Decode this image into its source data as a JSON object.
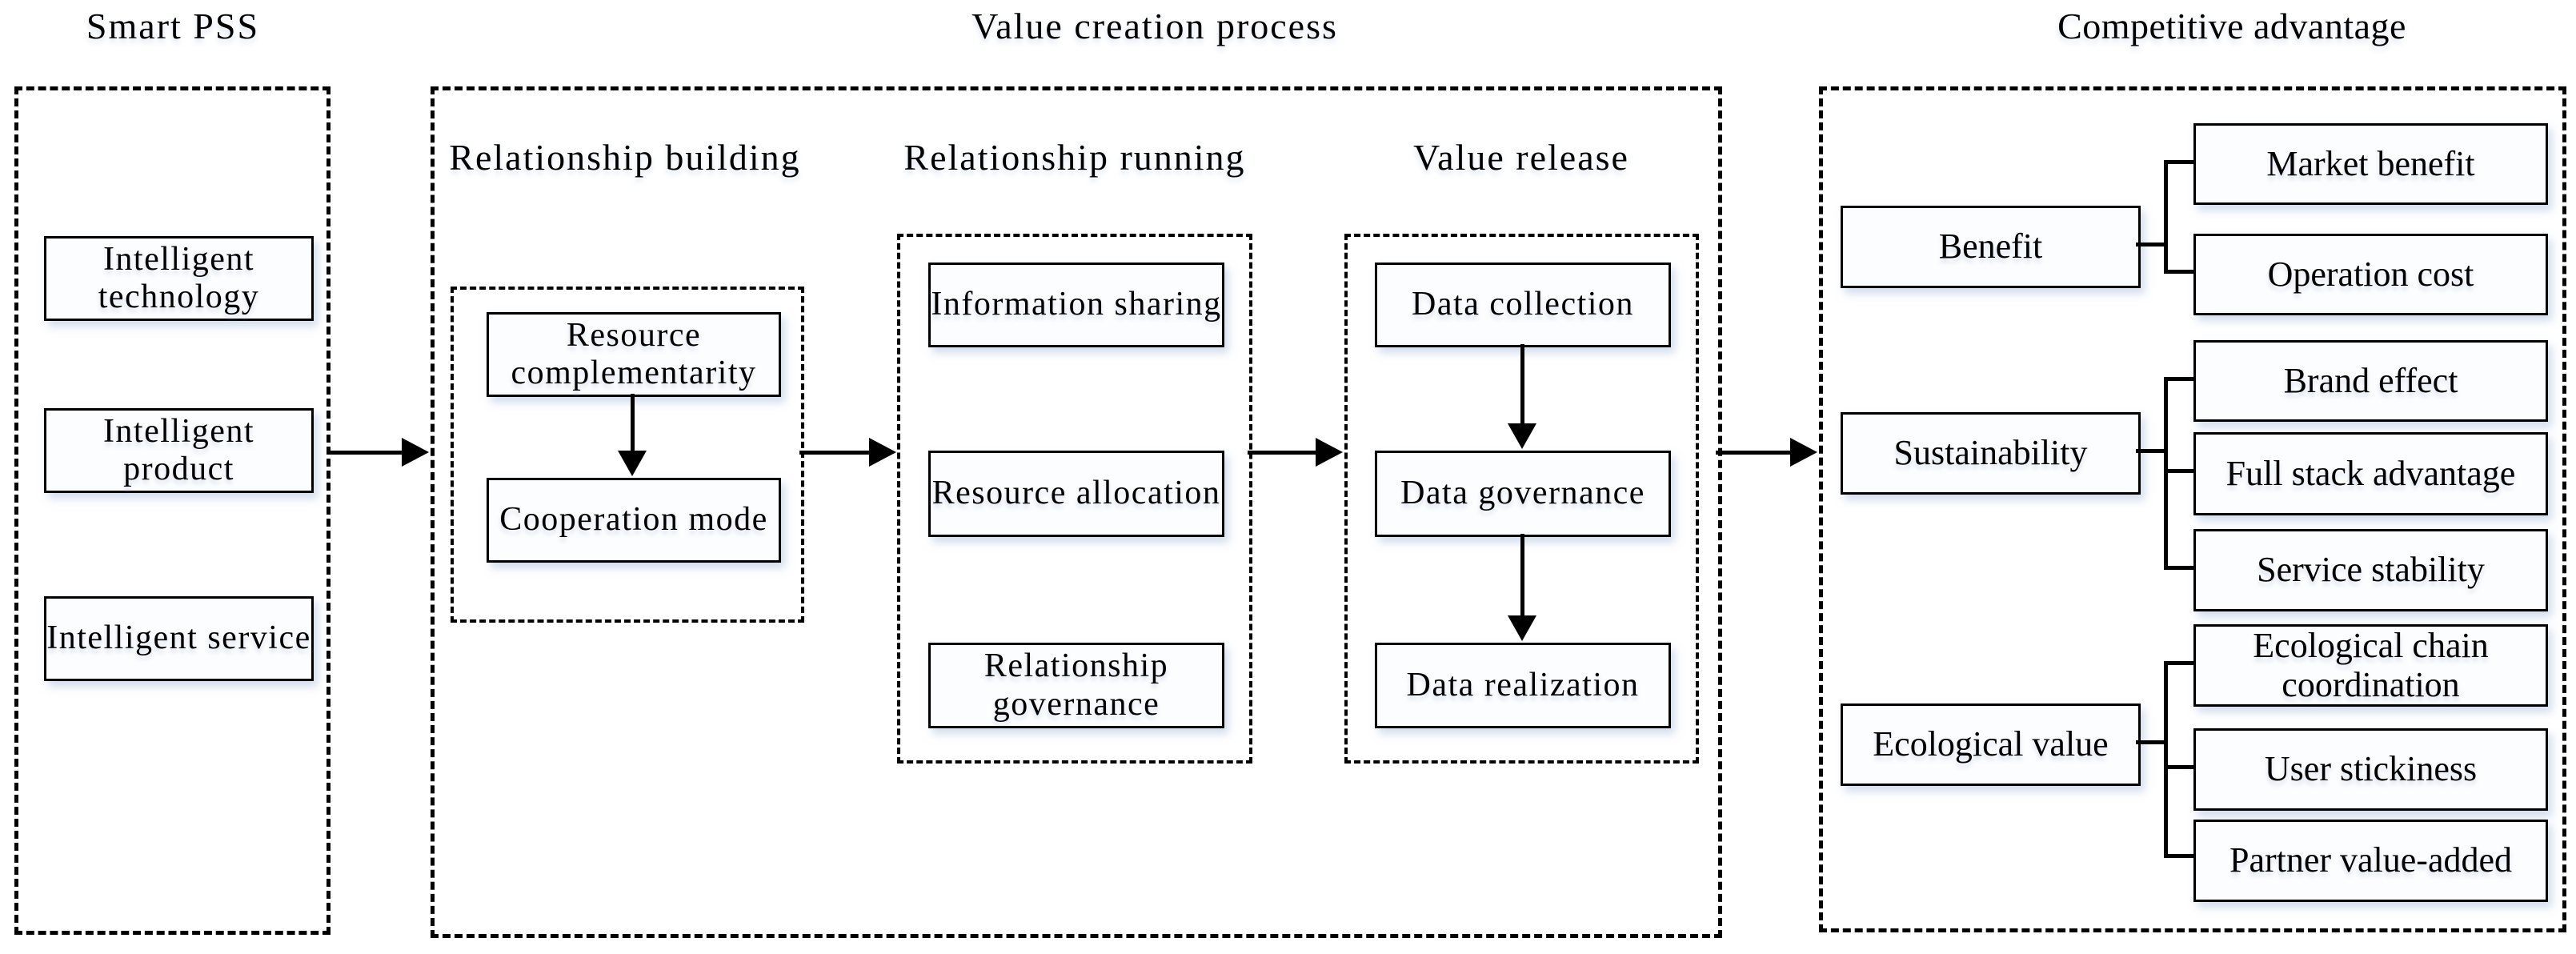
{
  "smart_pss": {
    "title": "Smart PSS",
    "boxes": [
      "Intelligent technology",
      "Intelligent product",
      "Intelligent service"
    ]
  },
  "value_creation": {
    "title": "Value creation process",
    "relationship_building": {
      "heading": "Relationship building",
      "boxes": [
        "Resource complementarity",
        "Cooperation mode"
      ]
    },
    "relationship_running": {
      "heading": "Relationship running",
      "boxes": [
        "Information sharing",
        "Resource allocation",
        "Relationship governance"
      ]
    },
    "value_release": {
      "heading": "Value release",
      "boxes": [
        "Data collection",
        "Data governance",
        "Data realization"
      ]
    }
  },
  "competitive_advantage": {
    "title": "Competitive advantage",
    "groups": [
      {
        "parent": "Benefit",
        "children": [
          "Market benefit",
          "Operation cost"
        ]
      },
      {
        "parent": "Sustainability",
        "children": [
          "Brand effect",
          "Full stack advantage",
          "Service stability"
        ]
      },
      {
        "parent": "Ecological value",
        "children": [
          "Ecological chain coordination",
          "User stickiness",
          "Partner value-added"
        ]
      }
    ]
  },
  "colors": {
    "line": "#000000",
    "box_fill": "#fcfdfe",
    "shadow_tint": "#a8bede"
  }
}
